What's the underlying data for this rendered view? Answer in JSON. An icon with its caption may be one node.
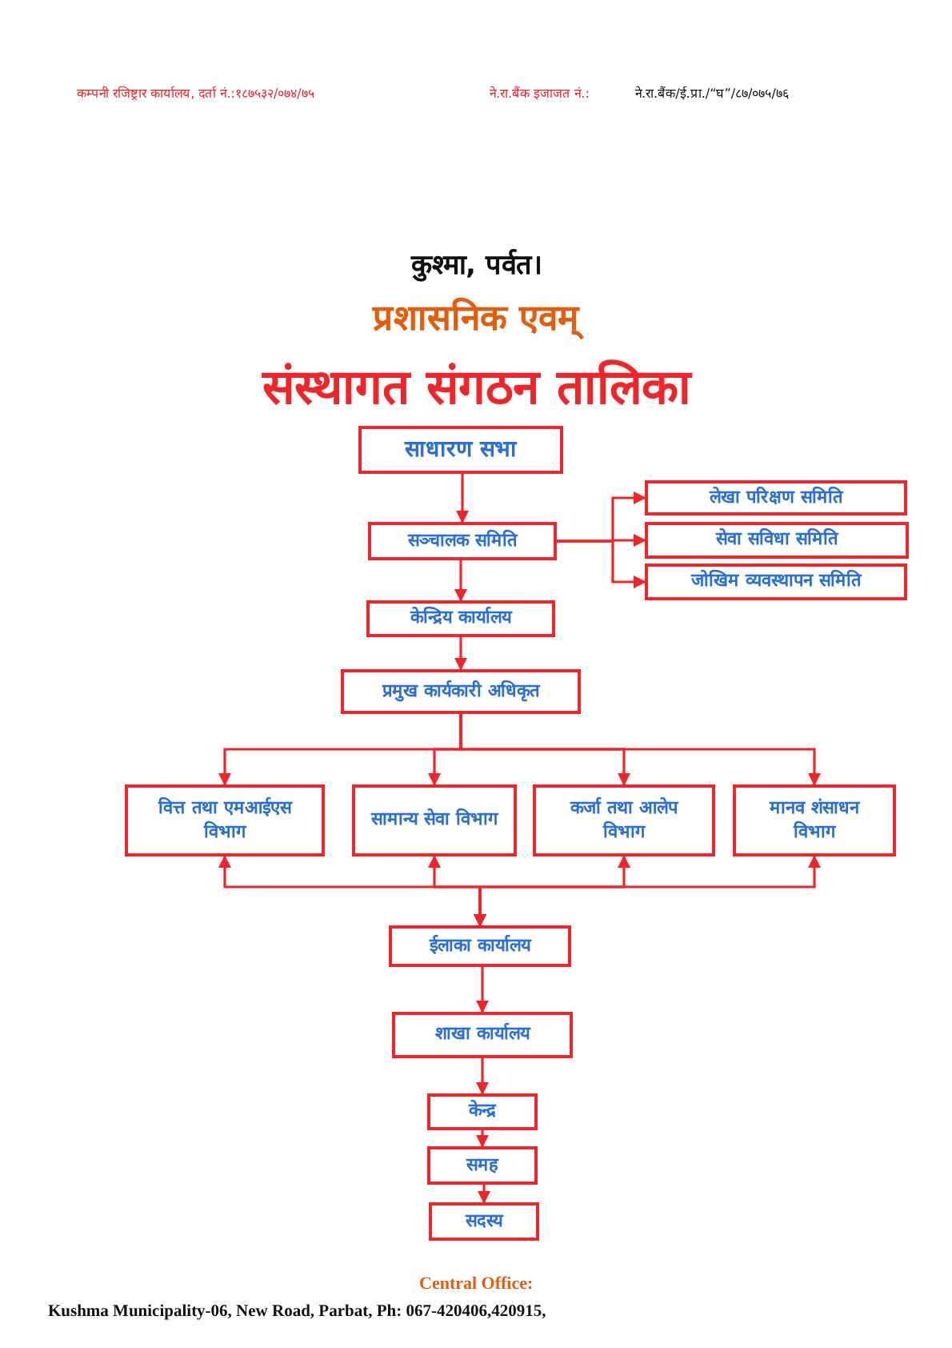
{
  "diagram": {
    "nodes": [
      {
        "text": [
          "साधारण सभा"
        ]
      },
      {
        "text": [
          "सञ्चालक समिति"
        ]
      },
      {
        "text": [
          "लेखा परिक्षण समिति"
        ]
      },
      {
        "text": [
          "सेवा सविधा समिति"
        ]
      },
      {
        "text": [
          "जोखिम व्यवस्थापन समिति"
        ]
      },
      {
        "text": [
          "केन्द्रिय कार्यालय"
        ]
      },
      {
        "text": [
          "प्रमुख कार्यकारी अधिकृत"
        ]
      },
      {
        "text": [
          "वित्त तथा एमआईएस विभाग"
        ]
      },
      {
        "text": [
          "सामान्य सेवा विभाग"
        ]
      },
      {
        "text": [
          "कर्जा तथा आलेप विभाग"
        ]
      },
      {
        "text": [
          "मानव शंसाधन विभाग"
        ]
      },
      {
        "text": [
          "ईलाका कार्यालय"
        ]
      },
      {
        "text": [
          "शाखा कार्यालय"
        ]
      },
      {
        "text": [
          "केन्द्र"
        ]
      },
      {
        "text": [
          "समह"
        ]
      },
      {
        "text": [
          "सदस्य"
        ]
      }
    ],
    "edges": [
      {
        "from": 0,
        "to": 1,
        "arrow": "to"
      },
      {
        "from": 1,
        "to": 2,
        "arrow": "to"
      },
      {
        "from": 1,
        "to": 3,
        "arrow": "to"
      },
      {
        "from": 1,
        "to": 4,
        "arrow": "to"
      },
      {
        "from": 1,
        "to": 5,
        "arrow": "to"
      },
      {
        "from": 5,
        "to": 6,
        "arrow": "to"
      },
      {
        "from": 6,
        "to": 7,
        "arrow": "to"
      },
      {
        "from": 6,
        "to": 8,
        "arrow": "to"
      },
      {
        "from": 6,
        "to": 9,
        "arrow": "to"
      },
      {
        "from": 6,
        "to": 10,
        "arrow": "to"
      },
      {
        "from": 7,
        "to": 11,
        "arrow": "both"
      },
      {
        "from": 8,
        "to": 11,
        "arrow": "both"
      },
      {
        "from": 9,
        "to": 11,
        "arrow": "both"
      },
      {
        "from": 10,
        "to": 11,
        "arrow": "both"
      },
      {
        "from": 11,
        "to": 12,
        "arrow": "to"
      },
      {
        "from": 12,
        "to": 13,
        "arrow": "to"
      },
      {
        "from": 13,
        "to": 14,
        "arrow": "to"
      },
      {
        "from": 14,
        "to": 15,
        "arrow": "to"
      }
    ],
    "labels": [
      "कम्पनी रजिष्ट्रार कार्यालय, दर्ता नं.:१८७५३२/०७४/७५",
      "ने.रा.बैंक इजाजत नं.:",
      "ने.रा.बैंक/ई.प्रा./“घ”/८७/०७५/७६",
      "कुश्मा, पर्वत।",
      "प्रशासनिक एवम्",
      "संस्थागत संगठन तालिका",
      "Central Office:",
      "Kushma Municipality-06, New Road, Parbat, Ph: 067-420406,420915,"
    ]
  }
}
